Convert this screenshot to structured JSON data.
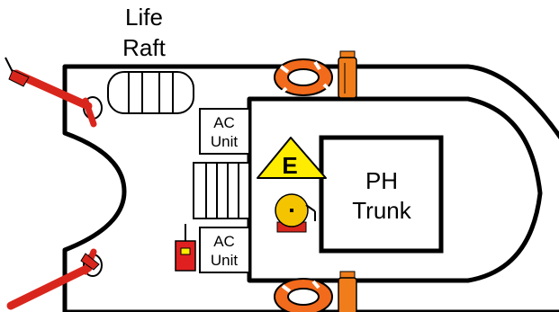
{
  "labels": {
    "life_raft_line1": "Life",
    "life_raft_line2": "Raft",
    "ac_unit_top_line1": "AC",
    "ac_unit_top_line2": "Unit",
    "ac_unit_bottom_line1": "AC",
    "ac_unit_bottom_line2": "Unit",
    "ph_trunk_line1": "PH",
    "ph_trunk_line2": "Trunk",
    "hazard_letter": "E"
  },
  "colors": {
    "outline": "#000000",
    "hull_fill": "#ffffff",
    "hatch_fill": "#e5e5e5",
    "hose_red": "#d9261c",
    "life_ring_orange": "#f26a1b",
    "extinguisher_orange": "#f07d1a",
    "hazard_yellow": "#ffec00",
    "bell_yellow": "#f5c400",
    "radio_red": "#e02020"
  },
  "icons": {
    "hose_nozzle": "hose-nozzle-icon",
    "life_raft": "life-raft-icon",
    "life_ring": "life-ring-icon",
    "fire_extinguisher": "fire-extinguisher-icon",
    "hazard_sign": "warning-triangle-icon",
    "bell": "alarm-bell-icon",
    "radio": "handheld-radio-icon"
  }
}
